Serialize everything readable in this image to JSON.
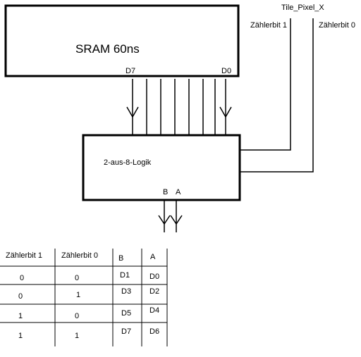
{
  "sram": {
    "label": "SRAM 60ns",
    "pin_left": "D7",
    "pin_right": "D0"
  },
  "logic": {
    "label": "2-aus-8-Logik",
    "out_b": "B",
    "out_a": "A"
  },
  "inputs": {
    "title": "Tile_Pixel_X",
    "bit1": "Zählerbit 1",
    "bit0": "Zählerbit 0"
  },
  "table": {
    "headers": [
      "Zählerbit 1",
      "Zählerbit 0",
      "B",
      "A"
    ],
    "rows": [
      [
        "0",
        "0",
        "D1",
        "D0"
      ],
      [
        "0",
        "1",
        "D3",
        "D2"
      ],
      [
        "1",
        "0",
        "D5",
        "D4"
      ],
      [
        "1",
        "1",
        "D7",
        "D6"
      ]
    ]
  }
}
